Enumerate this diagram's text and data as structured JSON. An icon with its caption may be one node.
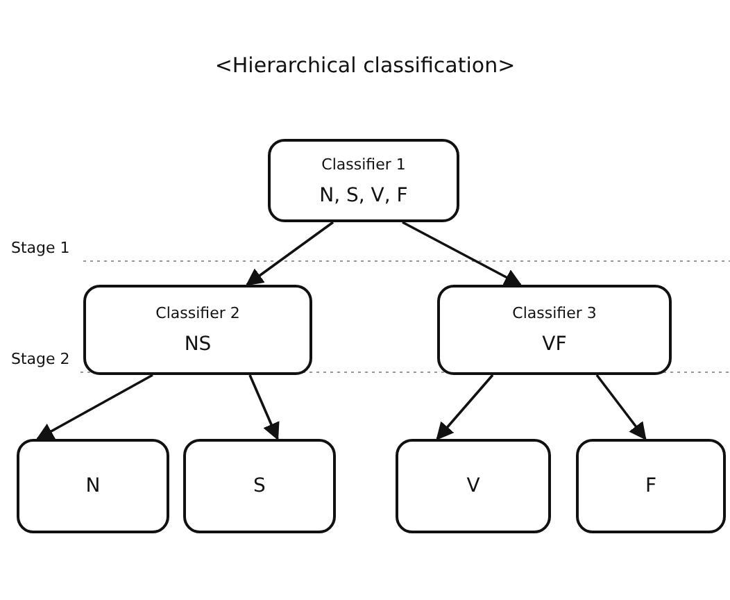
{
  "diagram": {
    "title": "<Hierarchical classification>",
    "nodes": [
      {
        "text": [
          "Classifier 1",
          "N, S, V, F"
        ]
      },
      {
        "text": [
          "Classifier 2",
          "NS"
        ]
      },
      {
        "text": [
          "Classifier 3",
          "VF"
        ]
      },
      {
        "text": [
          "N"
        ]
      },
      {
        "text": [
          "S"
        ]
      },
      {
        "text": [
          "V"
        ]
      },
      {
        "text": [
          "F"
        ]
      }
    ],
    "edges": [
      {
        "from": 0,
        "to": 1,
        "arrow": "to"
      },
      {
        "from": 0,
        "to": 2,
        "arrow": "to"
      },
      {
        "from": 1,
        "to": 3,
        "arrow": "to"
      },
      {
        "from": 1,
        "to": 4,
        "arrow": "to"
      },
      {
        "from": 2,
        "to": 5,
        "arrow": "to"
      },
      {
        "from": 2,
        "to": 6,
        "arrow": "to"
      }
    ],
    "labels": [
      "Stage 1",
      "Stage 2"
    ]
  }
}
